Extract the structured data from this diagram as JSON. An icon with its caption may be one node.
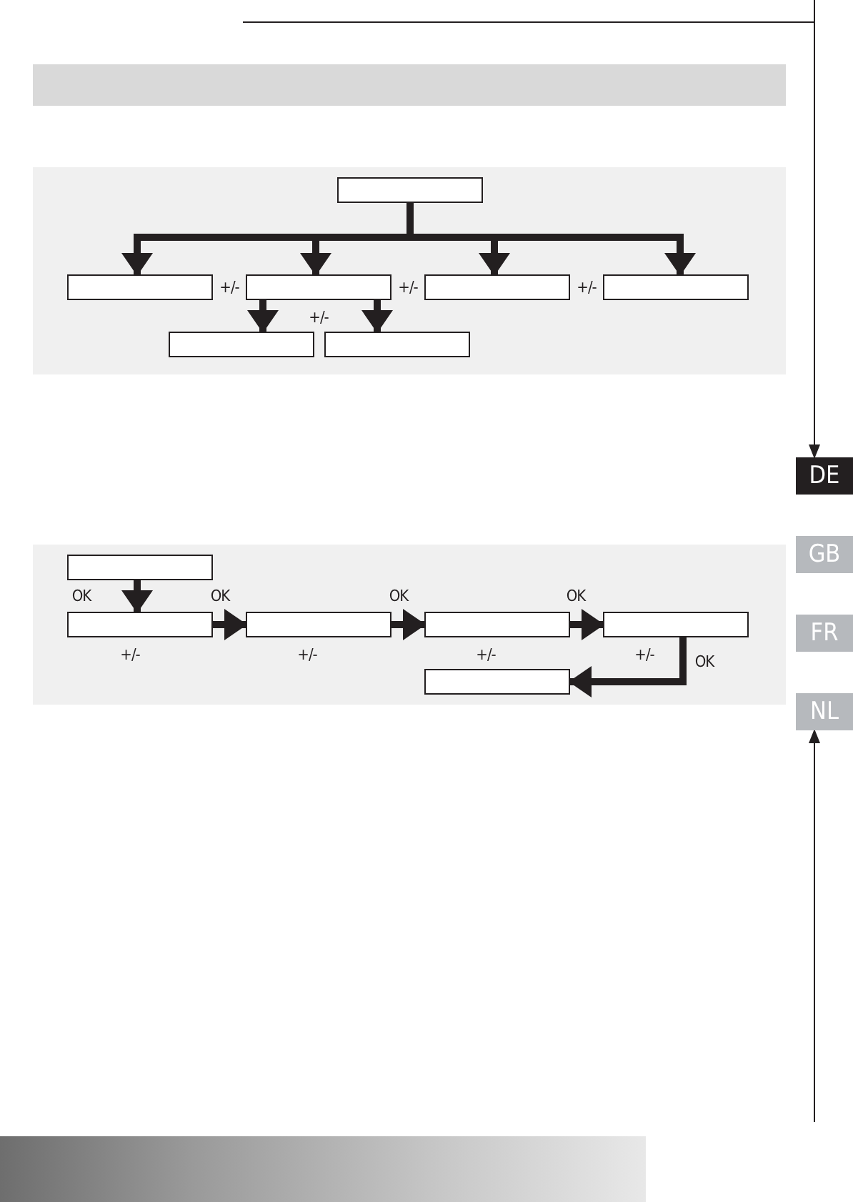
{
  "diagram": {
    "nodes": [
      {
        "text": [],
        "shape": "box"
      },
      {
        "text": [],
        "shape": "box"
      },
      {
        "text": [],
        "shape": "box"
      },
      {
        "text": [],
        "shape": "box"
      },
      {
        "text": [],
        "shape": "box"
      },
      {
        "text": [],
        "shape": "box"
      },
      {
        "text": [],
        "shape": "box"
      },
      {
        "text": [],
        "shape": "box"
      },
      {
        "text": [],
        "shape": "box",
        "beside": [
          "+/-"
        ]
      },
      {
        "text": [],
        "shape": "box",
        "beside": [
          "+/-"
        ]
      },
      {
        "text": [],
        "shape": "box",
        "beside": [
          "+/-"
        ]
      },
      {
        "text": [],
        "shape": "box",
        "beside": [
          "+/-"
        ]
      },
      {
        "text": [],
        "shape": "box"
      },
      {
        "text": [
          "DE"
        ]
      },
      {
        "text": [
          "GB"
        ]
      },
      {
        "text": [
          "FR"
        ]
      },
      {
        "text": [
          "NL"
        ]
      }
    ],
    "edges": [
      {
        "from": 0,
        "to": 1,
        "arrow": "to"
      },
      {
        "from": 0,
        "to": 2,
        "arrow": "to"
      },
      {
        "from": 0,
        "to": 3,
        "arrow": "to"
      },
      {
        "from": 0,
        "to": 4,
        "arrow": "to"
      },
      {
        "from": 2,
        "to": 5,
        "arrow": "to"
      },
      {
        "from": 2,
        "to": 6,
        "arrow": "to"
      },
      {
        "from": 7,
        "to": 8,
        "arrow": "to",
        "label": "OK"
      },
      {
        "from": 8,
        "to": 9,
        "arrow": "to",
        "label": "OK"
      },
      {
        "from": 9,
        "to": 10,
        "arrow": "to",
        "label": "OK"
      },
      {
        "from": 10,
        "to": 11,
        "arrow": "to",
        "label": "OK"
      },
      {
        "from": 11,
        "to": 12,
        "arrow": "to",
        "label": "OK"
      },
      {
        "from": null,
        "to": 13,
        "arrow": "to"
      },
      {
        "from": null,
        "to": 16,
        "arrow": "to"
      }
    ],
    "labels": [
      "+/-",
      "+/-",
      "+/-",
      "+/-"
    ]
  }
}
